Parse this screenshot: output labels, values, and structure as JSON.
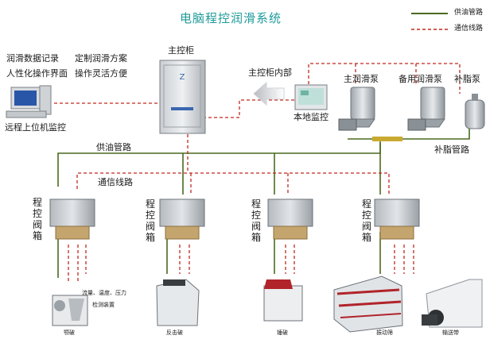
{
  "title": "电脑程控润滑系统",
  "legend": {
    "supply_line": "供油管路",
    "comm_line": "通信线路",
    "supply_color": "#4a6a1e",
    "comm_color": "#c0281e"
  },
  "features": {
    "line1_left": "润滑数据记录",
    "line1_right": "定制润滑方案",
    "line2_left": "人性化操作界面",
    "line2_right": "操作灵活方便"
  },
  "remote_monitor": "远程上位机监控",
  "main_cabinet": "主控柜",
  "cabinet_inside": "主控柜内部",
  "local_monitor": "本地监控",
  "main_pump": "主润滑泵",
  "backup_pump": "备用润滑泵",
  "grease_pump": "补脂泵",
  "grease_line": "补脂管路",
  "supply_pipe_label": "供油管路",
  "comm_line_label": "通信线路",
  "valve_box_label": "程控阀箱",
  "valve_box_icon": "valve-box-icon",
  "detection": {
    "line1": "流量、温度、压力",
    "line2": "检测装置"
  },
  "machines": [
    {
      "label": "颚破",
      "icon": "jaw-crusher-icon"
    },
    {
      "label": "反击破",
      "icon": "impact-crusher-icon"
    },
    {
      "label": "锤破",
      "icon": "hammer-crusher-icon"
    },
    {
      "label": "振动筛",
      "icon": "vibrating-screen-icon"
    },
    {
      "label": "输送带",
      "icon": "conveyor-belt-icon"
    }
  ]
}
